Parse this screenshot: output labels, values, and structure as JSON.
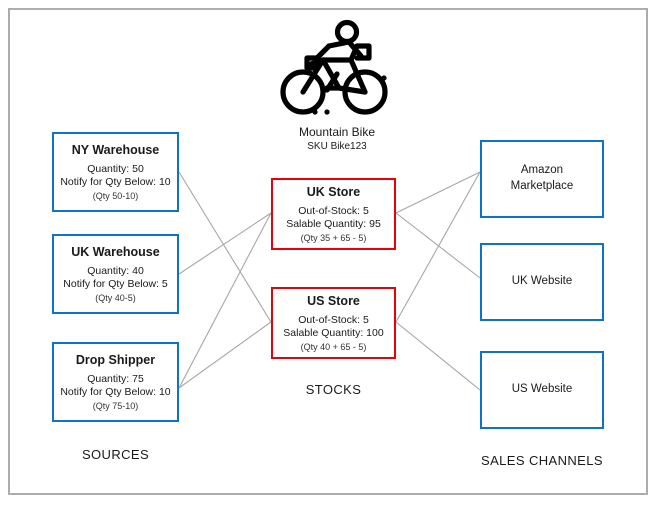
{
  "diagram": {
    "product": {
      "icon": "mountain-bike-icon",
      "name": "Mountain Bike",
      "sku": "SKU Bike123"
    },
    "sections": {
      "sources_label": "SOURCES",
      "stocks_label": "STOCKS",
      "channels_label": "SALES CHANNELS"
    },
    "colors": {
      "source_border": "#1072c6",
      "store_border": "#e8000d",
      "channel_border": "#1072c6",
      "edge": "#a6a6a6",
      "frame": "#adadad",
      "text": "#1a1a1a"
    },
    "sources": [
      {
        "id": "ny-warehouse",
        "title": "NY Warehouse",
        "quantity_line": "Quantity: 50",
        "notify_line": "Notify for Qty Below: 10",
        "formula": "(Qty 50-10)"
      },
      {
        "id": "uk-warehouse",
        "title": "UK Warehouse",
        "quantity_line": "Quantity: 40",
        "notify_line": "Notify for Qty Below: 5",
        "formula": "(Qty 40-5)"
      },
      {
        "id": "drop-shipper",
        "title": "Drop Shipper",
        "quantity_line": "Quantity: 75",
        "notify_line": "Notify for Qty Below: 10",
        "formula": "(Qty 75-10)"
      }
    ],
    "stocks": [
      {
        "id": "uk-store",
        "title": "UK Store",
        "out_of_stock_line": "Out-of-Stock: 5",
        "salable_line": "Salable Quantity: 95",
        "formula": "(Qty 35 + 65 - 5)"
      },
      {
        "id": "us-store",
        "title": "US Store",
        "out_of_stock_line": "Out-of-Stock: 5",
        "salable_line": "Salable Quantity: 100",
        "formula": "(Qty 40 + 65 - 5)"
      }
    ],
    "channels": [
      {
        "id": "amazon-marketplace",
        "title": "Amazon\nMarketplace"
      },
      {
        "id": "uk-website",
        "title": "UK Website"
      },
      {
        "id": "us-website",
        "title": "US Website"
      }
    ],
    "edges": [
      {
        "from": "ny-warehouse",
        "to": "us-store"
      },
      {
        "from": "uk-warehouse",
        "to": "uk-store"
      },
      {
        "from": "drop-shipper",
        "to": "uk-store"
      },
      {
        "from": "drop-shipper",
        "to": "us-store"
      },
      {
        "from": "uk-store",
        "to": "amazon-marketplace"
      },
      {
        "from": "uk-store",
        "to": "uk-website"
      },
      {
        "from": "us-store",
        "to": "amazon-marketplace"
      },
      {
        "from": "us-store",
        "to": "us-website"
      }
    ]
  }
}
